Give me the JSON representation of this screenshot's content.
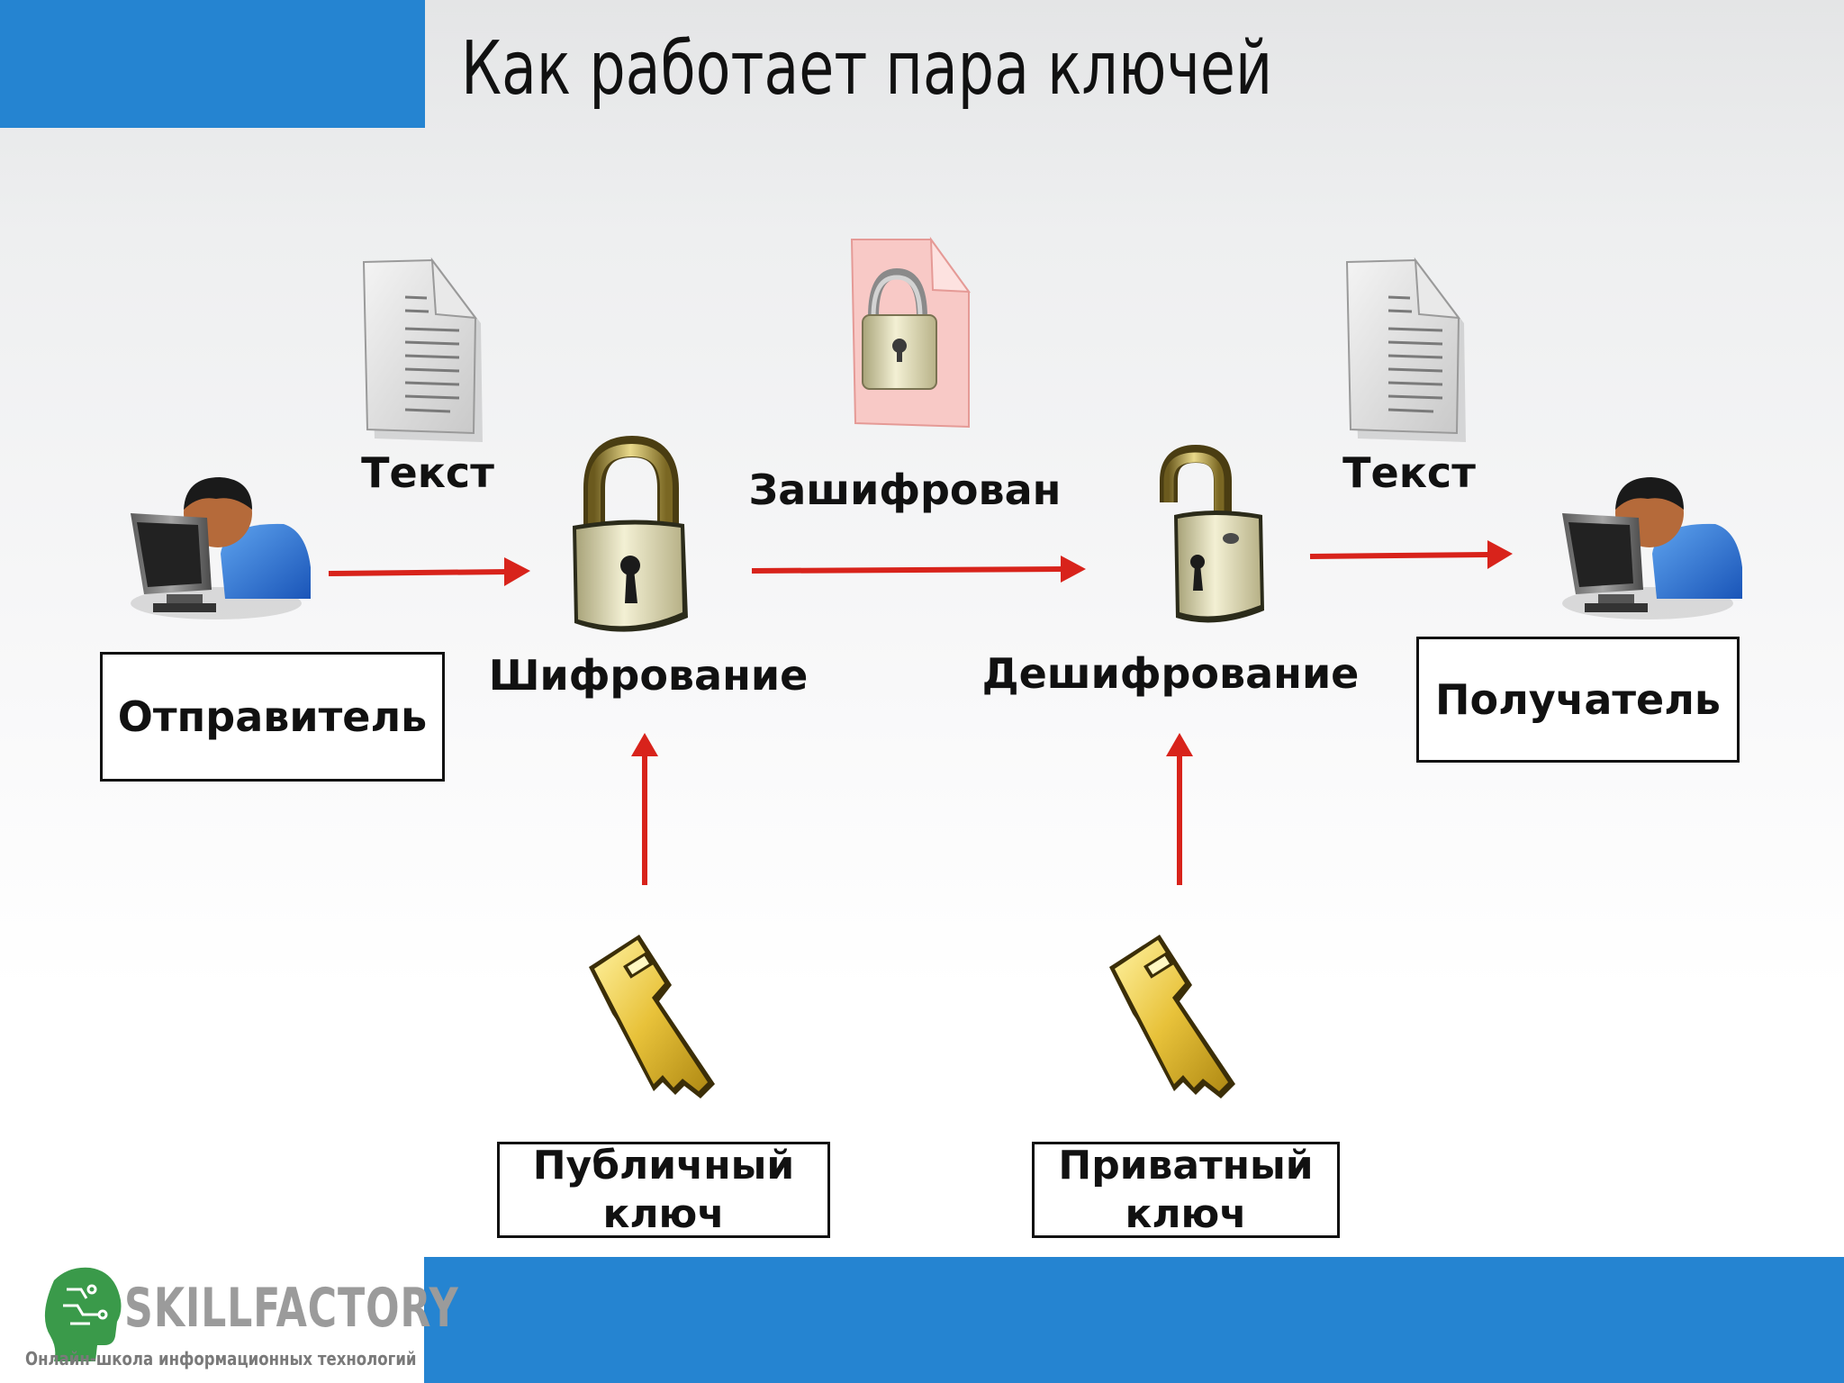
{
  "slide": {
    "title": "Как работает пара ключей",
    "colors": {
      "bar": "#2584d1",
      "arrow": "#d8231b",
      "logo": "#3a9a4a"
    }
  },
  "diagram": {
    "plaintext_label_left": "Текст",
    "ciphertext_label": "Зашифрован",
    "plaintext_label_right": "Текст",
    "encryption_label": "Шифрование",
    "decryption_label": "Дешифрование",
    "sender_label": "Отправитель",
    "recipient_label": "Получатель",
    "public_key": {
      "line1": "Публичный",
      "line2": "ключ"
    },
    "private_key": {
      "line1": "Приватный",
      "line2": "ключ"
    }
  },
  "icons": {
    "sender": "user-at-computer-icon",
    "recipient": "user-at-computer-icon",
    "document": "document-icon",
    "encrypted_document": "encrypted-document-icon",
    "locked": "closed-padlock-icon",
    "unlocked": "open-padlock-icon",
    "key": "key-icon"
  },
  "brand": {
    "name": "SKILLFACTORY",
    "tagline": "Онлайн-школа информационных технологий"
  }
}
